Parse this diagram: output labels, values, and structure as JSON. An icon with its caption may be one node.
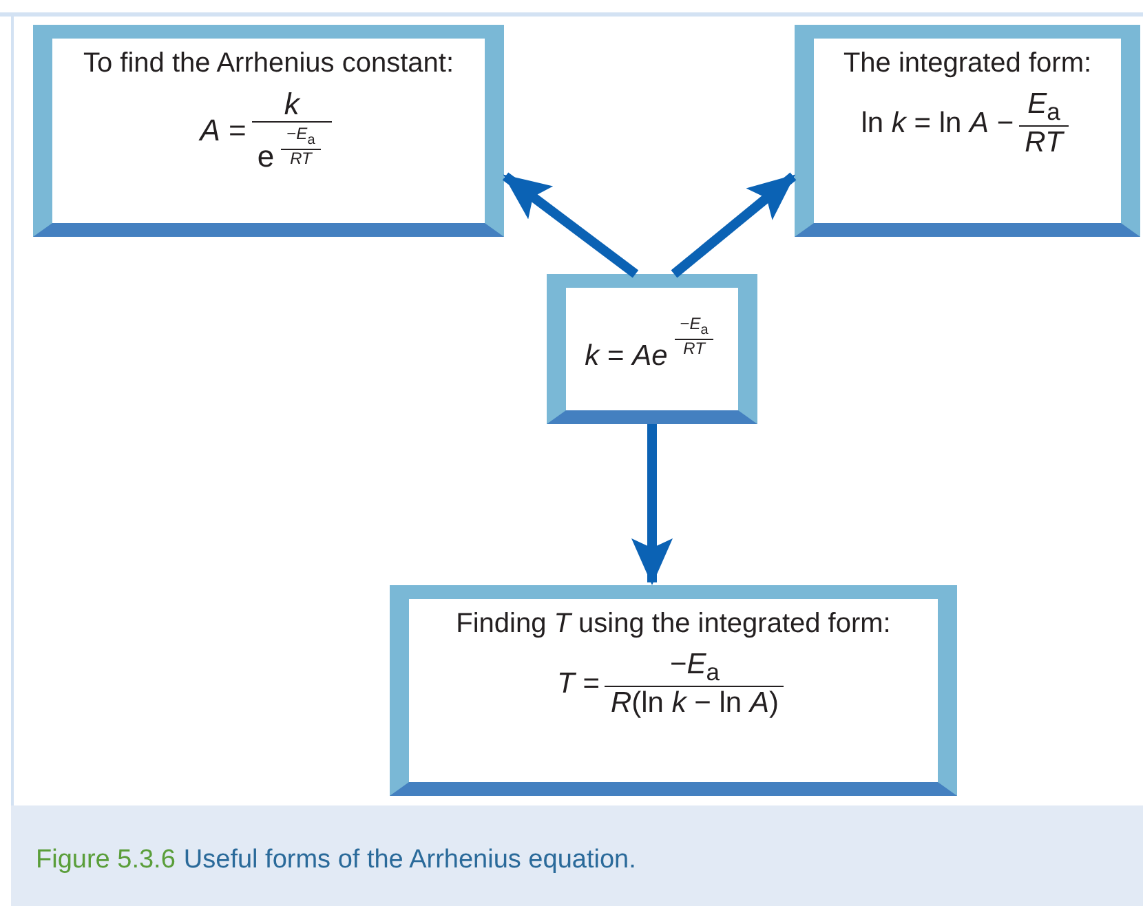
{
  "diagram": {
    "caption": "Useful forms of the Arrhenius equation.",
    "nodes": [
      {
        "text": [
          "To find the Arrhenius constant:",
          "*A* =",
          "k",
          "e",
          "−*E*$_{a}$",
          "RT"
        ]
      },
      {
        "text": [
          "The integrated form:",
          "ln *k* = ln *A* −",
          "*E*$_{a}$",
          "RT"
        ]
      },
      {
        "text": [
          "*k* = *Ae*",
          "−*E*$_{a}$",
          "RT"
        ]
      },
      {
        "text": [
          "Finding *T* using the integrated form:",
          "*T* =",
          "−*E*$_{a}$",
          "*R*(ln *k* − ln *A*)"
        ]
      }
    ],
    "edges": [
      {
        "from": 2,
        "to": 0,
        "arrow": "to"
      },
      {
        "from": 2,
        "to": 1,
        "arrow": "to"
      },
      {
        "from": 2,
        "to": 3,
        "arrow": "to"
      }
    ],
    "labels": [
      "Figure 5.3.6"
    ]
  }
}
